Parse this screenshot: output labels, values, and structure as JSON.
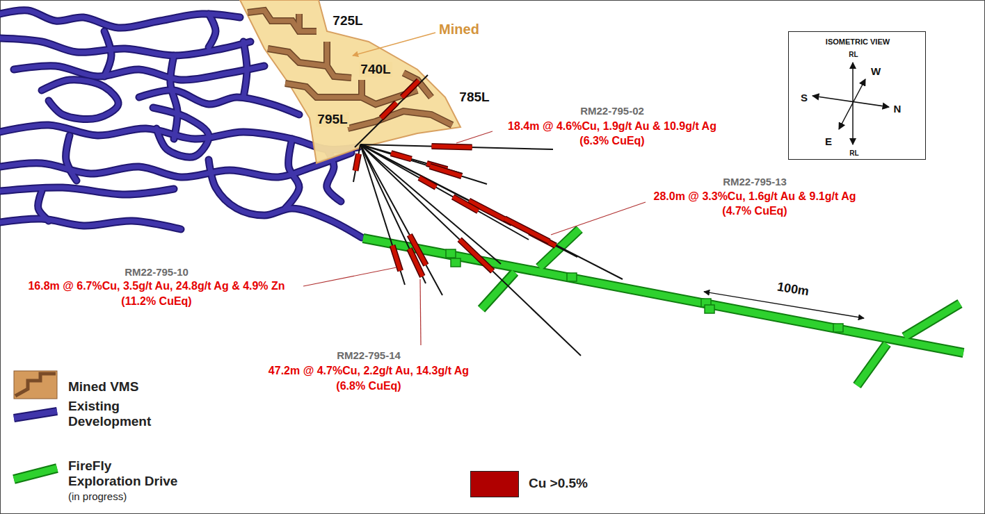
{
  "diagram": {
    "nodes": [
      {
        "text": [
          "ISOMETRIC VIEW",
          "RL",
          "W",
          "S",
          "N",
          "E",
          "RL"
        ]
      }
    ],
    "labels": [
      "725L",
      "Mined",
      "740L",
      "795L",
      "785L",
      "RM22-795-02",
      "18.4m @ 4.6%Cu, 1.9g/t Au & 10.9g/t Ag",
      "(6.3% CuEq)",
      "RM22-795-13",
      "28.0m @ 3.3%Cu, 1.6g/t Au & 9.1g/t Ag",
      "(4.7% CuEq)",
      "RM22-795-10",
      "16.8m @ 6.7%Cu, 3.5g/t Au, 24.8g/t Ag & 4.9% Zn",
      "(11.2% CuEq)",
      "RM22-795-14",
      "47.2m @ 4.7%Cu, 2.2g/t Au, 14.3g/t Ag",
      "(6.8% CuEq)",
      "100m",
      "(in progress)"
    ],
    "legend": [
      {
        "text": "Mined VMS"
      },
      {
        "text": "Existing Development"
      },
      {
        "text": "FireFly Exploration Drive"
      },
      {
        "text": "Cu >0.5%",
        "color": "#b00000"
      }
    ]
  }
}
